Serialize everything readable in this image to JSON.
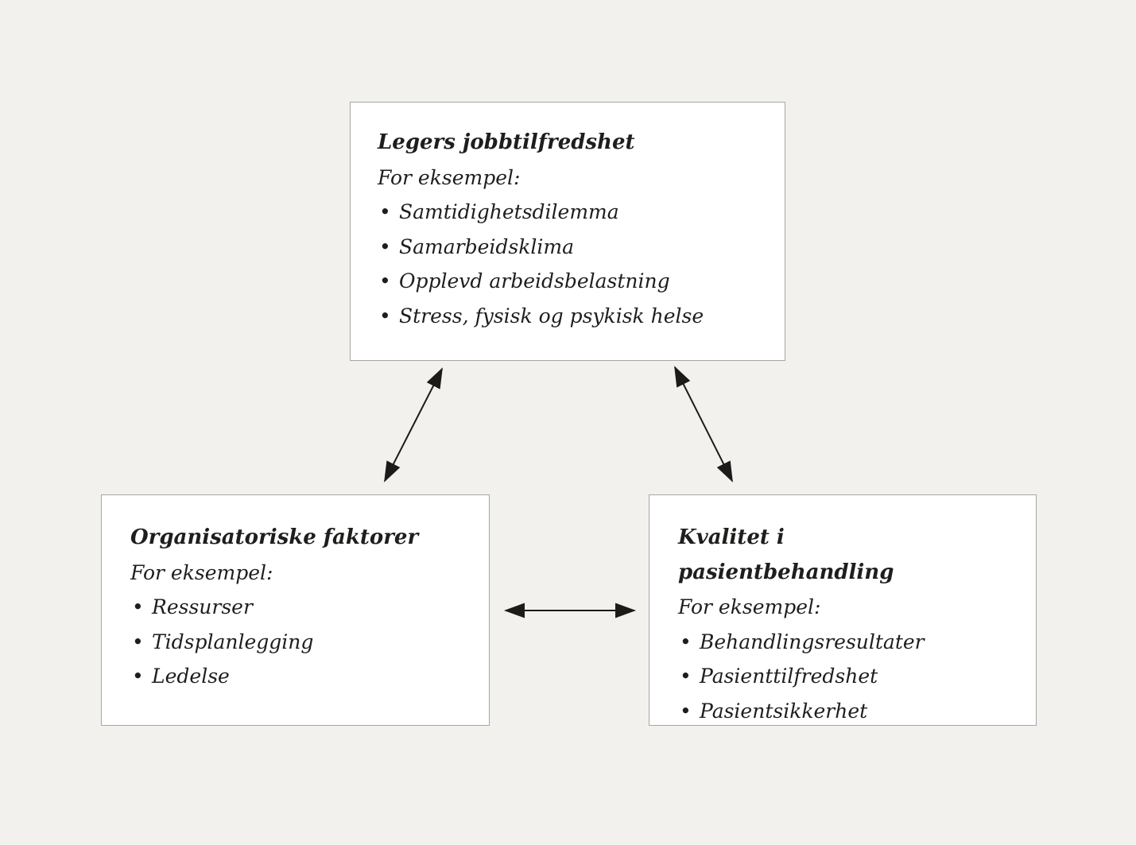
{
  "diagram": {
    "description": "Three-box relationship diagram with bidirectional arrows",
    "colors": {
      "background": "#f2f1ee",
      "box_background": "#ffffff",
      "box_border": "#a7a6a3",
      "text": "#1f1e1c",
      "arrow": "#1c1b19"
    },
    "boxes": {
      "top": {
        "title": "Legers jobbtilfredshet",
        "subtitle": "For eksempel:",
        "items": [
          "Samtidighetsdilemma",
          "Samarbeidsklima",
          "Opplevd arbeidsbelastning",
          "Stress, fysisk og psykisk helse"
        ]
      },
      "left": {
        "title": "Organisatoriske faktorer",
        "subtitle": "For eksempel:",
        "items": [
          "Ressurser",
          "Tidsplanlegging",
          "Ledelse"
        ]
      },
      "right": {
        "title": "Kvalitet i pasientbehandling",
        "subtitle": "For eksempel:",
        "items": [
          "Behandlingsresultater",
          "Pasienttilfredshet",
          "Pasientsikkerhet"
        ]
      }
    },
    "connections": [
      "top <-> left (diagonal double arrow)",
      "top <-> right (diagonal double arrow)",
      "left <-> right (horizontal double arrow)"
    ]
  }
}
